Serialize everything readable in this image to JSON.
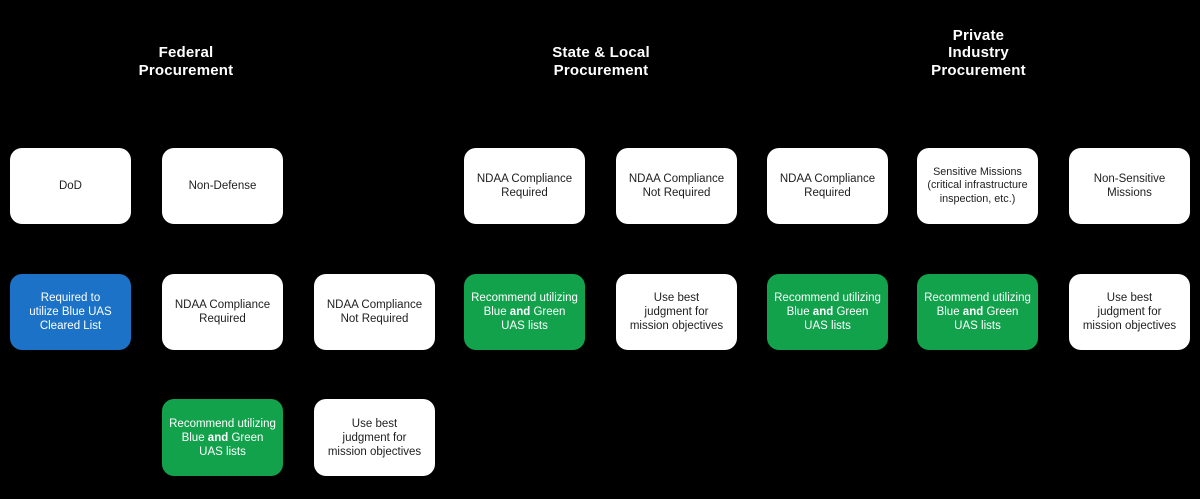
{
  "colors": {
    "canvas_bg": "#000000",
    "header_text": "#ffffff",
    "box_bg": "#ffffff",
    "box_text": "#1e1e1e",
    "blue": "#1b72c6",
    "green": "#12a24c"
  },
  "groups": {
    "federal": {
      "header": {
        "line1": "Federal",
        "line2": "Procurement"
      }
    },
    "state_local": {
      "header": {
        "line1": "State & Local",
        "line2": "Procurement"
      }
    },
    "private": {
      "header": {
        "line1": "Private",
        "line2": "Industry",
        "line3": "Procurement"
      }
    }
  },
  "nodes": {
    "dod": {
      "line1": "DoD"
    },
    "non_defense": {
      "line1": "Non-Defense"
    },
    "ndaa_required": {
      "line1": "NDAA Compliance",
      "line2": "Required"
    },
    "ndaa_not_required": {
      "line1": "NDAA Compliance",
      "line2": "Not Required"
    },
    "sensitive_missions": {
      "line1": "Sensitive Missions",
      "line2": "(critical infrastructure",
      "line3": "inspection, etc.)"
    },
    "non_sensitive_missions": {
      "line1": "Non-Sensitive",
      "line2": "Missions"
    },
    "required_blue_uas": {
      "line1": "Required to",
      "line2": "utilize Blue UAS",
      "line3": "Cleared List"
    },
    "recommend_lists": {
      "line1": "Recommend utilizing",
      "line2_pre": "Blue ",
      "line2_bold": "and",
      "line2_post": " Green",
      "line3": "UAS lists"
    },
    "best_judgment": {
      "line1": "Use best",
      "line2": "judgment for",
      "line3": "mission objectives"
    }
  }
}
